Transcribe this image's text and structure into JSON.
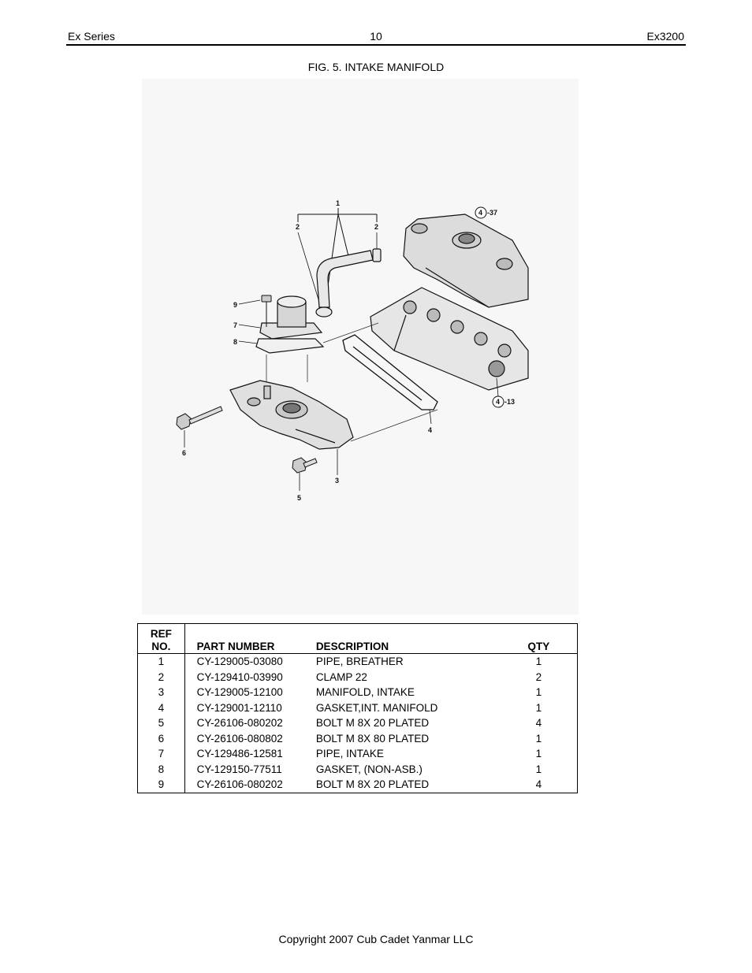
{
  "header": {
    "left": "Ex Series",
    "center": "10",
    "right": "Ex3200"
  },
  "figure": {
    "title": "FIG. 5. INTAKE MANIFOLD",
    "callouts": {
      "c1": "1",
      "c2a": "2",
      "c2b": "2",
      "c3": "3",
      "c4": "4",
      "c5": "5",
      "c6": "6",
      "c7": "7",
      "c8": "8",
      "c9": "9",
      "ref37": "4",
      "ref37_suffix": "-37",
      "ref13": "4",
      "ref13_suffix": "-13"
    }
  },
  "table": {
    "headers": {
      "ref_line1": "REF",
      "ref_line2": "NO.",
      "part_number": "PART NUMBER",
      "description": "DESCRIPTION",
      "qty": "QTY"
    },
    "rows": [
      {
        "ref": "1",
        "part": "CY-129005-03080",
        "desc": "PIPE, BREATHER",
        "qty": "1"
      },
      {
        "ref": "2",
        "part": "CY-129410-03990",
        "desc": "CLAMP 22",
        "qty": "2"
      },
      {
        "ref": "3",
        "part": "CY-129005-12100",
        "desc": "MANIFOLD, INTAKE",
        "qty": "1"
      },
      {
        "ref": "4",
        "part": "CY-129001-12110",
        "desc": "GASKET,INT. MANIFOLD",
        "qty": "1"
      },
      {
        "ref": "5",
        "part": "CY-26106-080202",
        "desc": "BOLT M 8X 20 PLATED",
        "qty": "4"
      },
      {
        "ref": "6",
        "part": "CY-26106-080802",
        "desc": "BOLT M 8X 80 PLATED",
        "qty": "1"
      },
      {
        "ref": "7",
        "part": "CY-129486-12581",
        "desc": "PIPE, INTAKE",
        "qty": "1"
      },
      {
        "ref": "8",
        "part": "CY-129150-77511",
        "desc": "GASKET, (NON-ASB.)",
        "qty": "1"
      },
      {
        "ref": "9",
        "part": "CY-26106-080202",
        "desc": "BOLT M 8X 20 PLATED",
        "qty": "4"
      }
    ]
  },
  "footer": {
    "copyright": "Copyright 2007 Cub Cadet Yanmar LLC"
  }
}
